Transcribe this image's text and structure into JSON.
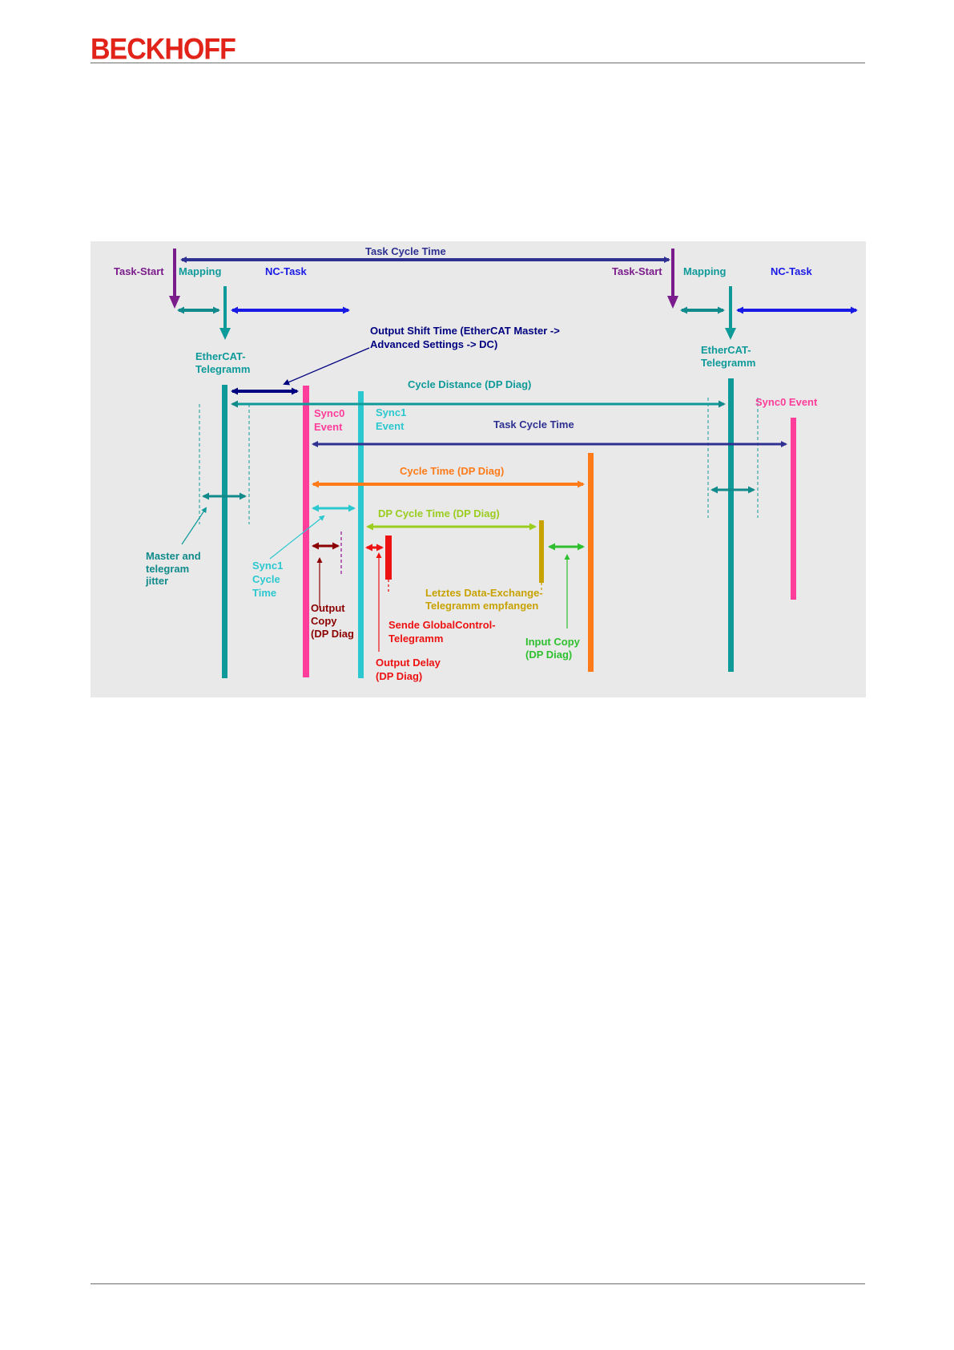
{
  "header": {
    "logo_text": "BECKHOFF"
  },
  "colors": {
    "logo": "#e2231a",
    "task_cycle": "#2e3192",
    "task_start": "#7b1c8c",
    "ethercat": "#0f9a9a",
    "nc_task": "#1a1ae6",
    "sync0": "#ff3d9a",
    "sync1": "#2cc8d0",
    "cycle_time": "#ff7a18",
    "dp_cycle": "#9acd1e",
    "data_exchange": "#c8a200",
    "input_copy": "#2ec02e",
    "output_copy": "#8b0000",
    "global_control": "#ee1111",
    "output_shift": "#000080",
    "background": "#e9e9e9"
  },
  "diagram": {
    "labels": {
      "task_cycle_top": "Task Cycle Time",
      "task_start_1": "Task-Start",
      "mapping_1": "Mapping",
      "nc_task_1": "NC-Task",
      "task_start_2": "Task-Start",
      "mapping_2": "Mapping",
      "nc_task_2": "NC-Task",
      "output_shift_line1": "Output Shift Time (EtherCAT Master ->",
      "output_shift_line2": "Advanced Settings -> DC)",
      "ethercat_1_line1": "EtherCAT-",
      "ethercat_1_line2": "Telegramm",
      "ethercat_2_line1": "EtherCAT-",
      "ethercat_2_line2": "Telegramm",
      "cycle_distance": "Cycle Distance (DP Diag)",
      "sync0_event_right": "Sync0 Event",
      "sync0_line1": "Sync0",
      "sync0_line2": "Event",
      "sync1_line1": "Sync1",
      "sync1_line2": "Event",
      "task_cycle_mid": "Task Cycle Time",
      "cycle_time": "Cycle Time (DP Diag)",
      "dp_cycle_time": "DP Cycle Time (DP Diag)",
      "master_jitter_line1": "Master and",
      "master_jitter_line2": "telegram",
      "master_jitter_line3": "jitter",
      "sync1_cycle_line1": "Sync1",
      "sync1_cycle_line2": "Cycle",
      "sync1_cycle_line3": "Time",
      "output_copy_line1": "Output",
      "output_copy_line2": "Copy",
      "output_copy_line3": "(DP Diag",
      "letztes_line1": "Letztes Data-Exchange-",
      "letztes_line2": "Telegramm empfangen",
      "sende_line1": "Sende GlobalControl-",
      "sende_line2": "Telegramm",
      "input_copy_line1": "Input Copy",
      "input_copy_line2": "(DP Diag)",
      "output_delay_line1": "Output Delay",
      "output_delay_line2": "(DP Diag)"
    }
  }
}
